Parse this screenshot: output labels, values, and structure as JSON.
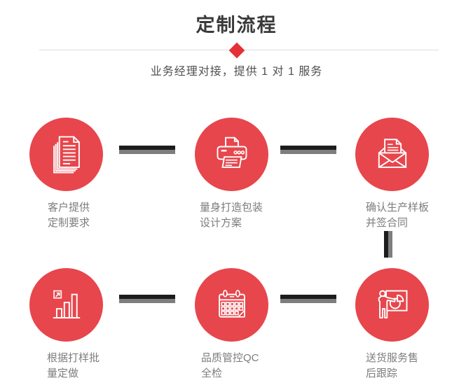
{
  "header": {
    "title": "定制流程",
    "subtitle": "业务经理对接，提供 1 对 1 服务"
  },
  "steps": [
    {
      "icon": "documents-icon",
      "line1": "客户提供",
      "line2": "定制要求"
    },
    {
      "icon": "printer-icon",
      "line1": "量身打造包装",
      "line2": "设计方案"
    },
    {
      "icon": "envelope-icon",
      "line1": "确认生产样板",
      "line2": "并签合同"
    },
    {
      "icon": "bar-chart-icon",
      "line1": "根据打样批",
      "line2": "量定做"
    },
    {
      "icon": "calendar-icon",
      "line1": "品质管控QC",
      "line2": "全检"
    },
    {
      "icon": "presenter-icon",
      "line1": "送货服务售",
      "line2": "后跟踪"
    }
  ],
  "colors": {
    "circle_red": "#e7464c",
    "diamond_red": "#e43137",
    "title_gray": "#3a3a3a",
    "label_gray": "#7d7d7d",
    "connector_dark": "#1c1c1c",
    "connector_gray": "#7e7e7e",
    "divider_gray": "#dcdcdc"
  }
}
